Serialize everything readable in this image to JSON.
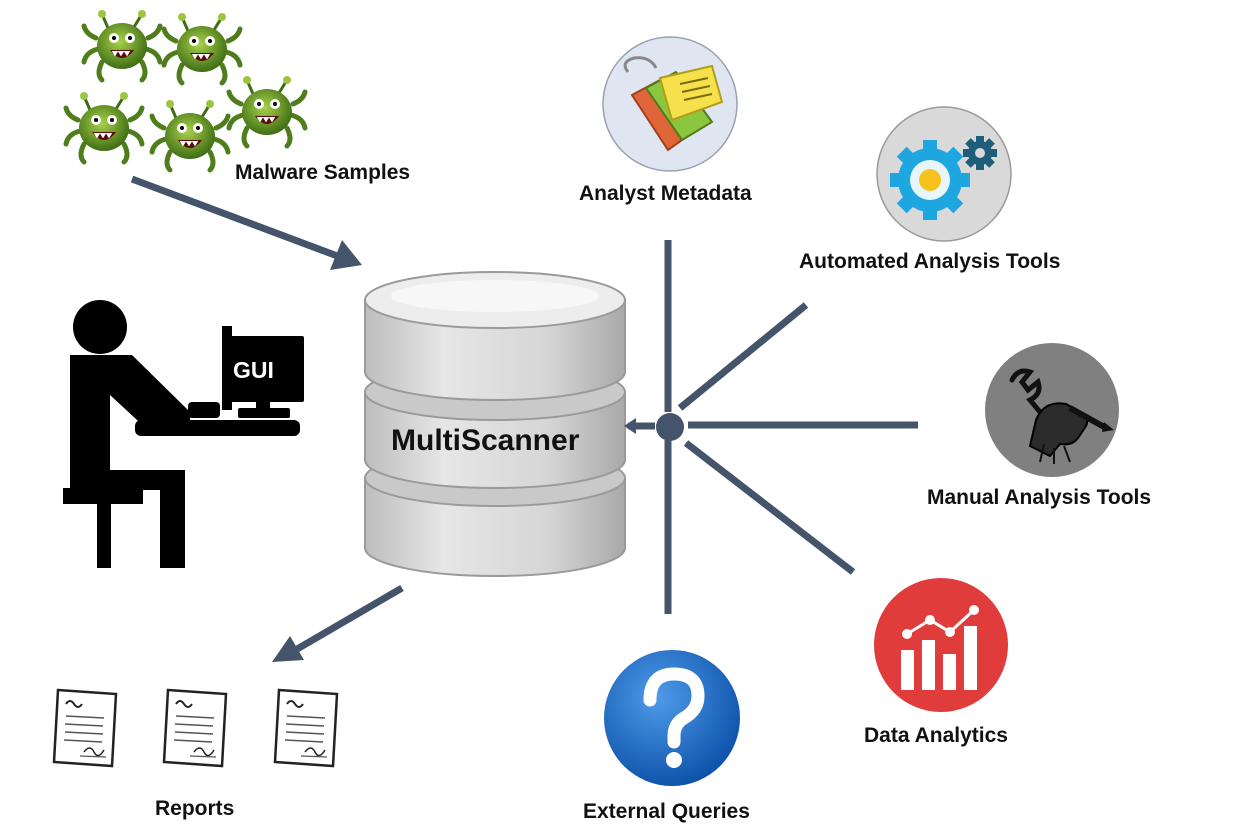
{
  "center": {
    "label": "MultiScanner"
  },
  "inputs": {
    "malware_label": "Malware Samples",
    "gui_label": "GUI"
  },
  "outputs": {
    "reports_label": "Reports"
  },
  "spokes": {
    "analyst_metadata": "Analyst Metadata",
    "automated_tools": "Automated Analysis Tools",
    "manual_tools": "Manual Analysis Tools",
    "data_analytics": "Data Analytics",
    "external_queries": "External Queries"
  },
  "colors": {
    "connector": "#44546a",
    "db_body": "#d4d4d4",
    "db_top": "#ececec",
    "metadata_bg": "#dfe6f2",
    "gear_bg": "#d9d9d9",
    "gear_main": "#1ea6e0",
    "manual_bg": "#808080",
    "analytics_red": "#e03c3c",
    "query_blue": "#1565c0",
    "malware_green": "#6a9a2a"
  },
  "icons": [
    "malware-icon",
    "user-at-computer-icon",
    "database-icon",
    "tags-icon",
    "gear-icon",
    "wrench-fist-icon",
    "bar-chart-icon",
    "question-mark-icon",
    "document-icon"
  ]
}
